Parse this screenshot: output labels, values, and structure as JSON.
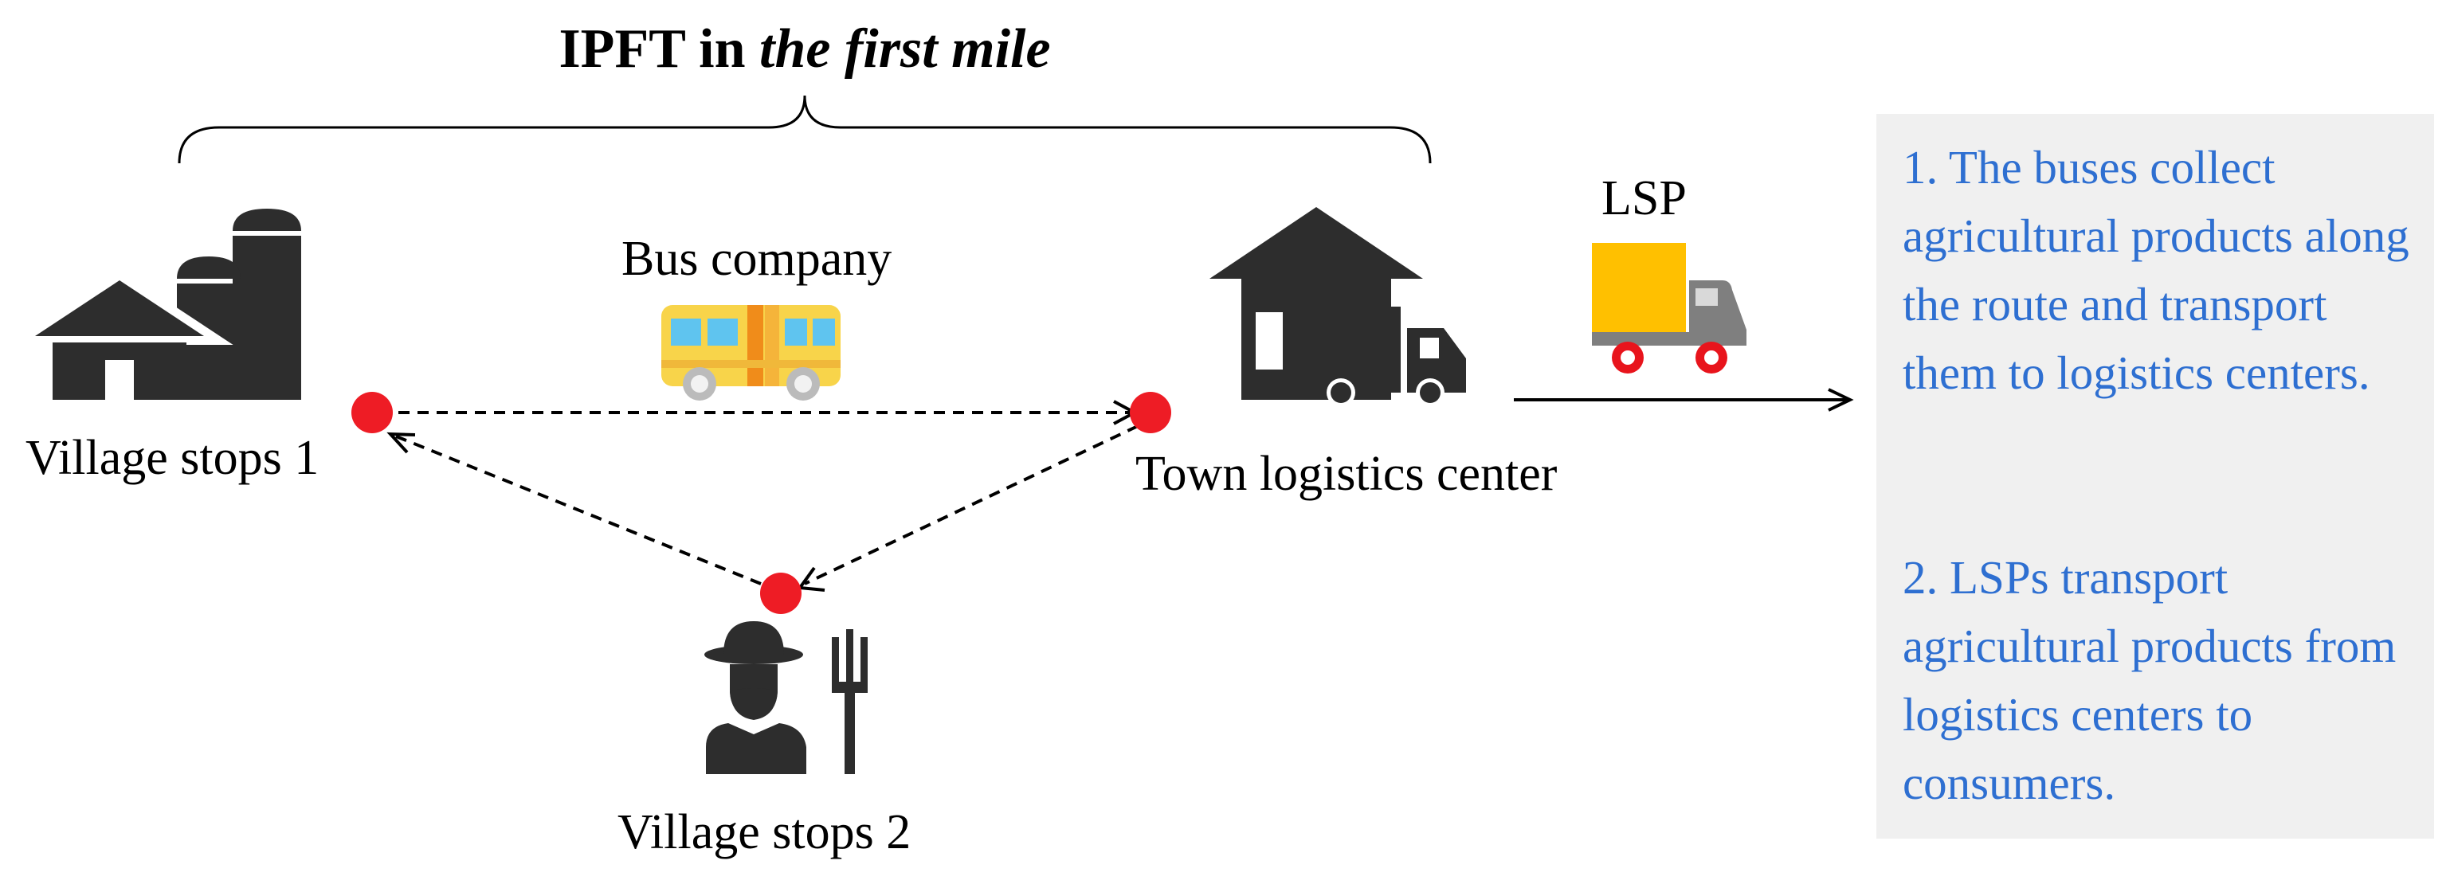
{
  "title": {
    "prefix": "IPFT in ",
    "emphasis": "the first mile"
  },
  "nodes": {
    "village_stops_1": "Village stops 1",
    "village_stops_2": "Village stops 2",
    "town_center": "Town logistics center"
  },
  "actors": {
    "bus": "Bus company",
    "lsp": "LSP"
  },
  "notes": [
    "1. The buses collect agricultural products along the route and transport them to logistics centers.",
    "2. LSPs transport agricultural products from logistics centers to consumers."
  ],
  "colors": {
    "stop_marker": "#ee1c25",
    "note_text": "#2e6fd1",
    "note_bg": "#f0f0f0",
    "icon": "#2d2d2d",
    "bus_yellow": "#f8d44a",
    "truck_yellow": "#ffc000",
    "truck_red": "#e8141c"
  },
  "icons": [
    "barn-silo-icon",
    "bus-icon",
    "warehouse-truck-icon",
    "delivery-truck-icon",
    "farmer-pitchfork-icon"
  ]
}
